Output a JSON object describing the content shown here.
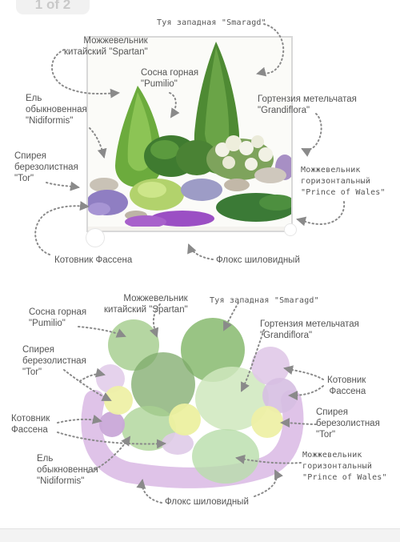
{
  "badge": "1 of 2",
  "photo_labels": {
    "thuja": "Туя западная \"Smaragd\"",
    "juniper_spartan": "Можжевельник\nкитайский \"Spartan\"",
    "pine": "Сосна горная\n\"Pumilio\"",
    "spruce": "Ель\nобыкновенная\n\"Nidiformis\"",
    "hydrangea": "Гортензия метельчатая\n\"Grandiflora\"",
    "spiraea": "Спирея\nберезолистная\n\"Tor\"",
    "juniper_horizontal": "Можжевельник\nгоризонтальный\n\"Prince of Wales\"",
    "catmint": "Котовник Фассена",
    "phlox": "Флокс шиловидный"
  },
  "plan_labels": {
    "pine": "Сосна горная\n\"Pumilio\"",
    "juniper_spartan": "Можжевельник\nкитайский \"Spartan\"",
    "thuja": "Туя западная \"Smaragd\"",
    "hydrangea": "Гортензия метельчатая\n\"Grandiflora\"",
    "spiraea_left": "Спирея\nберезолистная\n\"Tor\"",
    "catmint_right": "Котовник\nФассена",
    "catmint_left": "Котовник\nФассена",
    "spiraea_right": "Спирея\nберезолистная\n\"Tor\"",
    "spruce": "Ель\nобыкновенная\n\"Nidiformis\"",
    "juniper_horizontal": "Можжевельник\nгоризонтальный\n\"Prince of Wales\"",
    "phlox": "Флокс шиловидный"
  },
  "colors": {
    "green": "#8cc276",
    "light_green": "#c6e3b6",
    "lilac": "#d2b3dc",
    "purple": "#b88ec9",
    "yellow": "#e9ec9c",
    "connector": "#8a8a8a"
  }
}
